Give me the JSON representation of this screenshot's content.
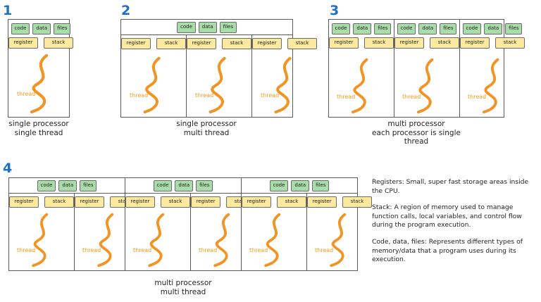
{
  "diagram": {
    "title_color": "#1f6fc4",
    "chip_green": "#a8dca8",
    "chip_yellow": "#fbe9a0",
    "thread_color": "#f29423",
    "labels": {
      "code": "code",
      "data": "data",
      "files": "files",
      "register": "register",
      "stack": "stack",
      "thread": "thread"
    },
    "panels": [
      {
        "number": "1",
        "caption": "single processor\nsingle thread",
        "groups": 1,
        "threads_per_group": 1,
        "memory_scope": "per-thread"
      },
      {
        "number": "2",
        "caption": "single processor\nmulti thread",
        "groups": 1,
        "threads_per_group": 3,
        "memory_scope": "shared"
      },
      {
        "number": "3",
        "caption": "multi processor\neach processor is single thread",
        "groups": 3,
        "threads_per_group": 1,
        "memory_scope": "per-thread"
      },
      {
        "number": "4",
        "caption": "multi processor\nmulti thread",
        "groups": 3,
        "threads_per_group": 2,
        "memory_scope": "shared"
      }
    ]
  },
  "notes": [
    "Registers: Small, super fast storage areas inside the CPU.",
    "Stack: A region of memory used to manage function calls, local variables, and control flow during the program execution.",
    "Code, data, files: Represents different types of memory/data that a program uses during its execution."
  ]
}
